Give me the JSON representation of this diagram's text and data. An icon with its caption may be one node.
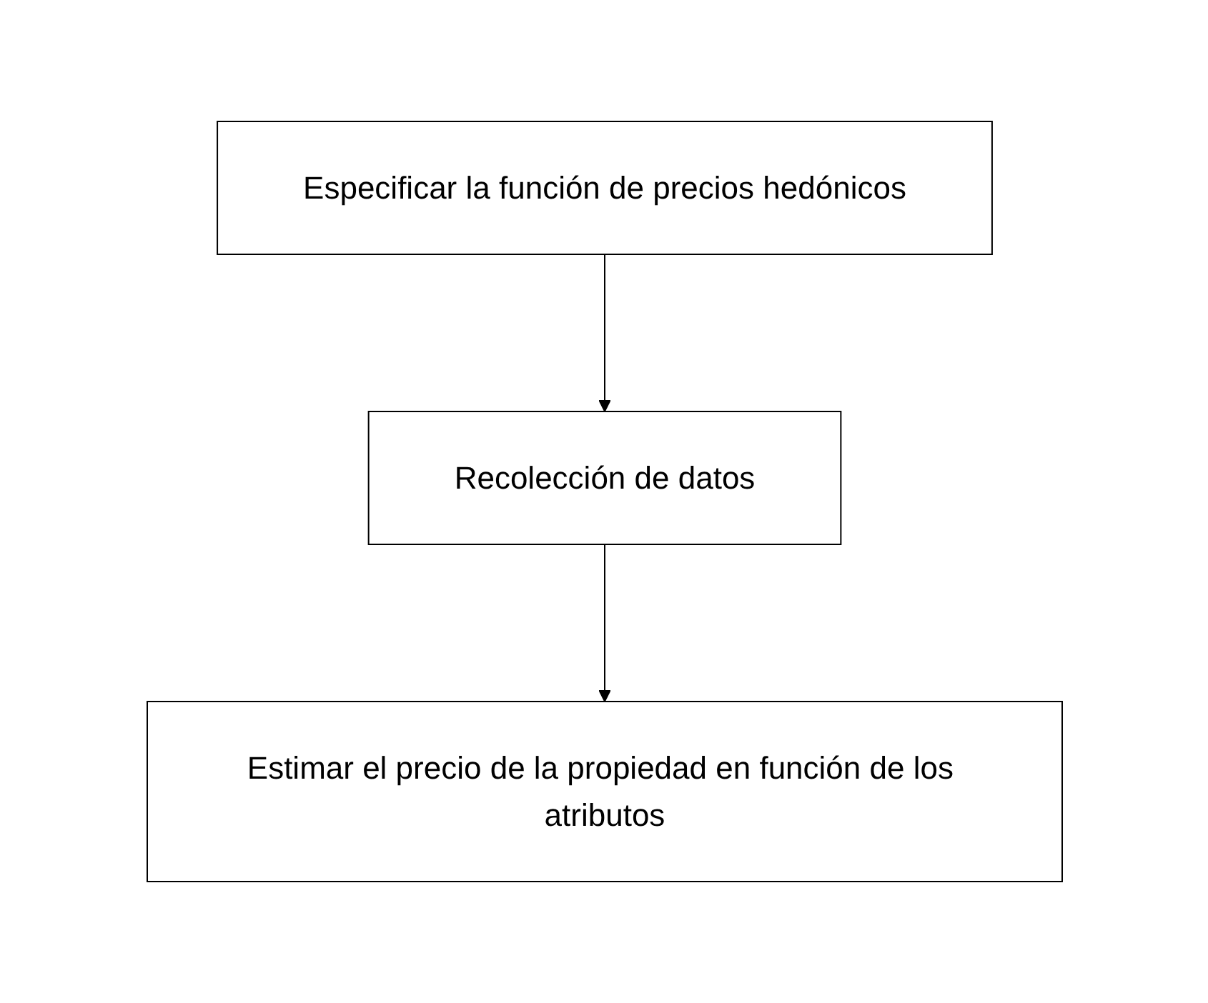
{
  "diagram": {
    "nodes": [
      {
        "text": [
          "Especificar la función de precios hedónicos"
        ]
      },
      {
        "text": [
          "Recolección de datos"
        ]
      },
      {
        "text": [
          "Estimar el precio de la propiedad en función de los atributos"
        ]
      }
    ],
    "edges": [
      {
        "from": 0,
        "to": 1,
        "arrow": "to"
      },
      {
        "from": 1,
        "to": 2,
        "arrow": "to"
      }
    ]
  }
}
